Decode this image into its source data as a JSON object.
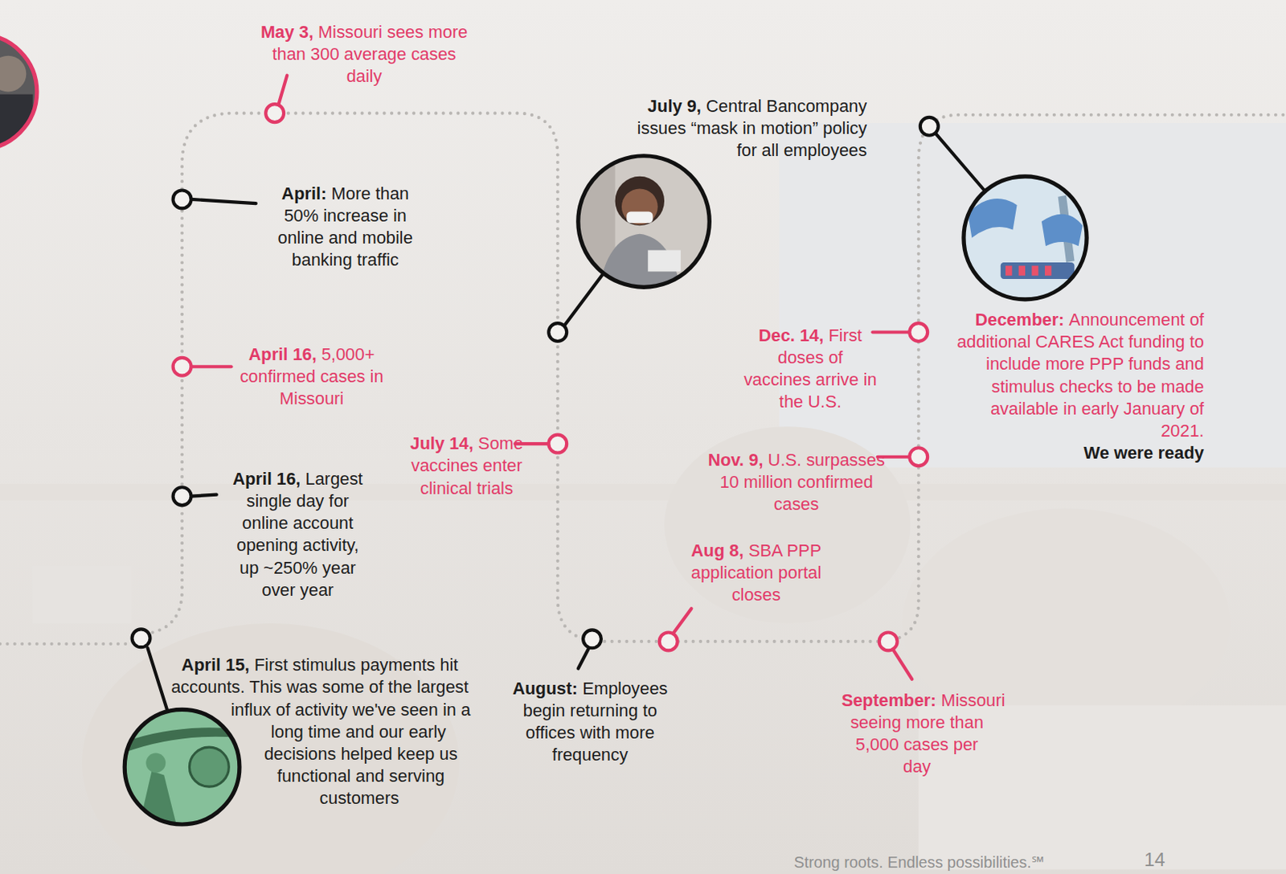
{
  "diagram": {
    "labels": [
      "May 3,",
      "Missouri sees more than 300 average cases daily",
      "April:",
      "More than 50% increase in online and mobile banking traffic",
      "April 16,",
      "5,000+ confirmed cases in Missouri",
      "April 16,",
      "Largest single day for online account opening activity, up ~250% year over year",
      "April 15,",
      "First stimulus payments hit accounts. This was some of the largest influx of activity we've seen in a long time and our early decisions helped keep us functional and serving customers",
      "July 9,",
      "Central Bancompany issues “mask in motion” policy for all employees",
      "July 14,",
      "Some vaccines enter clinical trials",
      "August:",
      "Employees begin returning to offices with more frequency",
      "Aug 8,",
      "SBA PPP application portal closes",
      "September:",
      "Missouri seeing more than 5,000 cases per day",
      "Nov. 9,",
      "U.S. surpasses 10 million confirmed cases",
      "Dec. 14,",
      "First doses of vaccines arrive in the U.S.",
      "December:",
      "Announcement of additional CARES Act funding to include more PPP funds and stimulus checks to be made available in early January of 2021.",
      "We were ready",
      "Strong roots. Endless possibilities.℠",
      "14"
    ]
  }
}
